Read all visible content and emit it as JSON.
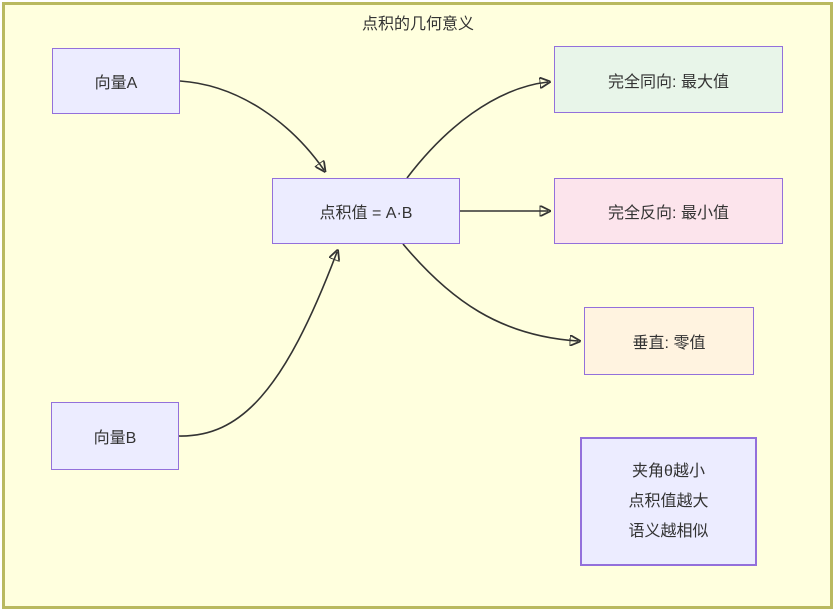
{
  "diagram": {
    "title": "点积的几何意义",
    "nodes": {
      "vector_a": {
        "label": "向量A"
      },
      "vector_b": {
        "label": "向量B"
      },
      "dot_product": {
        "label": "点积值 = A·B"
      },
      "same_direction": {
        "label": "完全同向: 最大值"
      },
      "opposite_direction": {
        "label": "完全反向: 最小值"
      },
      "perpendicular": {
        "label": "垂直: 零值"
      }
    },
    "note": {
      "line1": "夹角θ越小",
      "line2": "点积值越大",
      "line3": "语义越相似"
    },
    "edges": [
      {
        "from": "vector_a",
        "to": "dot_product"
      },
      {
        "from": "vector_b",
        "to": "dot_product"
      },
      {
        "from": "dot_product",
        "to": "same_direction"
      },
      {
        "from": "dot_product",
        "to": "opposite_direction"
      },
      {
        "from": "dot_product",
        "to": "perpendicular"
      }
    ],
    "colors": {
      "canvas_background": "#FFFFDE",
      "canvas_border": "#B9B95F",
      "node_fill": "#ECECFF",
      "node_border": "#9370DB",
      "same_direction_fill": "#E8F5E9",
      "opposite_direction_fill": "#FCE4EC",
      "perpendicular_fill": "#FFF3E0",
      "edge_stroke": "#333333",
      "text": "#333333"
    }
  }
}
